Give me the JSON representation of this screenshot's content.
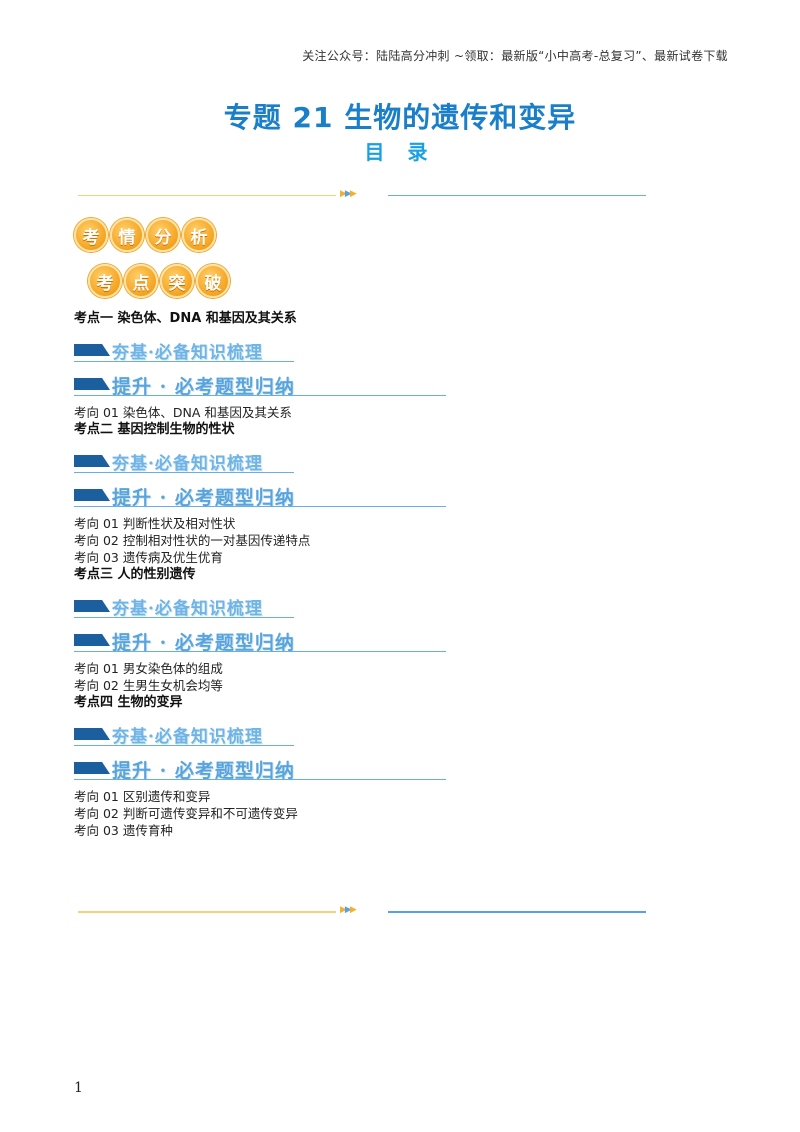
{
  "header_note": "关注公众号：陆陆高分冲刺  ~领取：最新版“小中高考-总复习”、最新试卷下载",
  "title": "专题 21  生物的遗传和变异",
  "subtitle": "目 录",
  "badge_row_1": [
    "考",
    "情",
    "分",
    "析"
  ],
  "badge_row_2": [
    "考",
    "点",
    "突",
    "破"
  ],
  "banner_basic": "夯基·必备知识梳理",
  "banner_advance": "提升 · 必考题型归纳",
  "points": [
    {
      "title": "考点一    染色体、DNA 和基因及其关系",
      "directions": [
        "考向 01  染色体、DNA 和基因及其关系"
      ]
    },
    {
      "title": "考点二    基因控制生物的性状",
      "directions": [
        "考向 01  判断性状及相对性状",
        "考向 02  控制相对性状的一对基因传递特点",
        "考向 03  遗传病及优生优育"
      ]
    },
    {
      "title": "考点三    人的性别遗传",
      "directions": [
        "考向 01  男女染色体的组成",
        "考向 02  生男生女机会均等"
      ]
    },
    {
      "title": "考点四    生物的变异",
      "directions": [
        "考向 01  区别遗传和变异",
        "考向 02  判断可遗传变异和不可遗传变异",
        "考向 03  遗传育种"
      ]
    }
  ],
  "page_number": "1"
}
